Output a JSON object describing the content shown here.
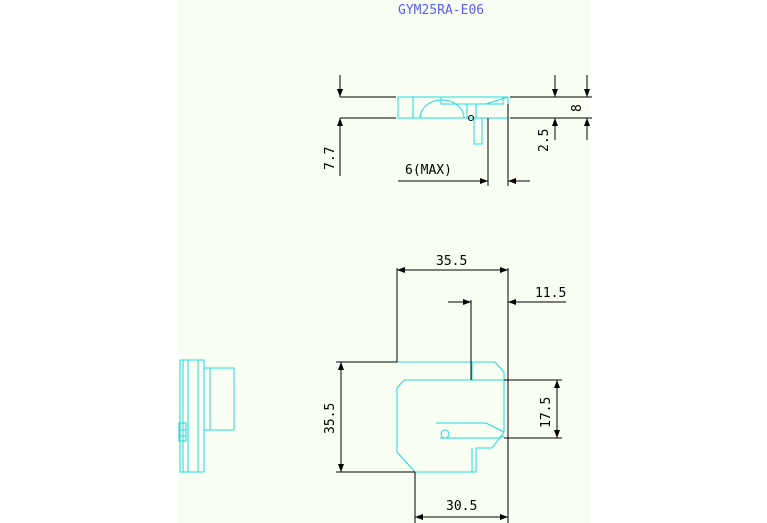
{
  "drawing": {
    "title": "GYM25RA-E06",
    "colors": {
      "paper": "#f8fff2",
      "outline": "#20d8e0",
      "dimension": "#000000",
      "title": "#5b5bff"
    },
    "side_view": {
      "height_total": "7.7",
      "width_max": "6(MAX)",
      "tab_height": "2.5",
      "top_gap": "8"
    },
    "top_view": {
      "width": "35.5",
      "offset": "11.5",
      "height": "35.5",
      "notch_height": "17.5",
      "bottom_width": "30.5"
    }
  }
}
